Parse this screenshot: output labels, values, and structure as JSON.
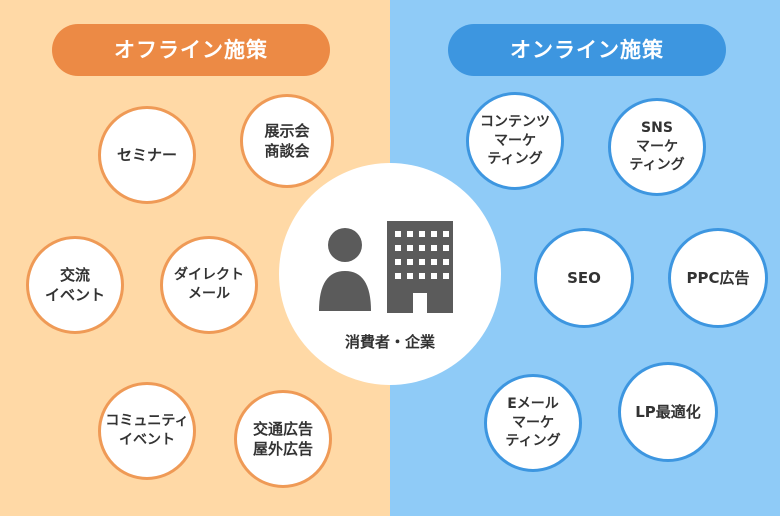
{
  "colors": {
    "offline_bg": "#ffd9a6",
    "online_bg": "#8fcbf7",
    "offline_accent": "#ec8a45",
    "online_accent": "#3d96e0",
    "icon_gray": "#5b5b5b"
  },
  "offline": {
    "title": "オフライン施策",
    "items": [
      "セミナー",
      "展示会\n商談会",
      "交流\nイベント",
      "ダイレクト\nメール",
      "コミュニティ\nイベント",
      "交通広告\n屋外広告"
    ]
  },
  "online": {
    "title": "オンライン施策",
    "items": [
      "コンテンツ\nマーケ\nティング",
      "SNS\nマーケ\nティング",
      "SEO",
      "PPC広告",
      "Eメール\nマーケ\nティング",
      "LP最適化"
    ]
  },
  "center": {
    "label": "消費者・企業",
    "icons": [
      "person-icon",
      "building-icon"
    ]
  }
}
